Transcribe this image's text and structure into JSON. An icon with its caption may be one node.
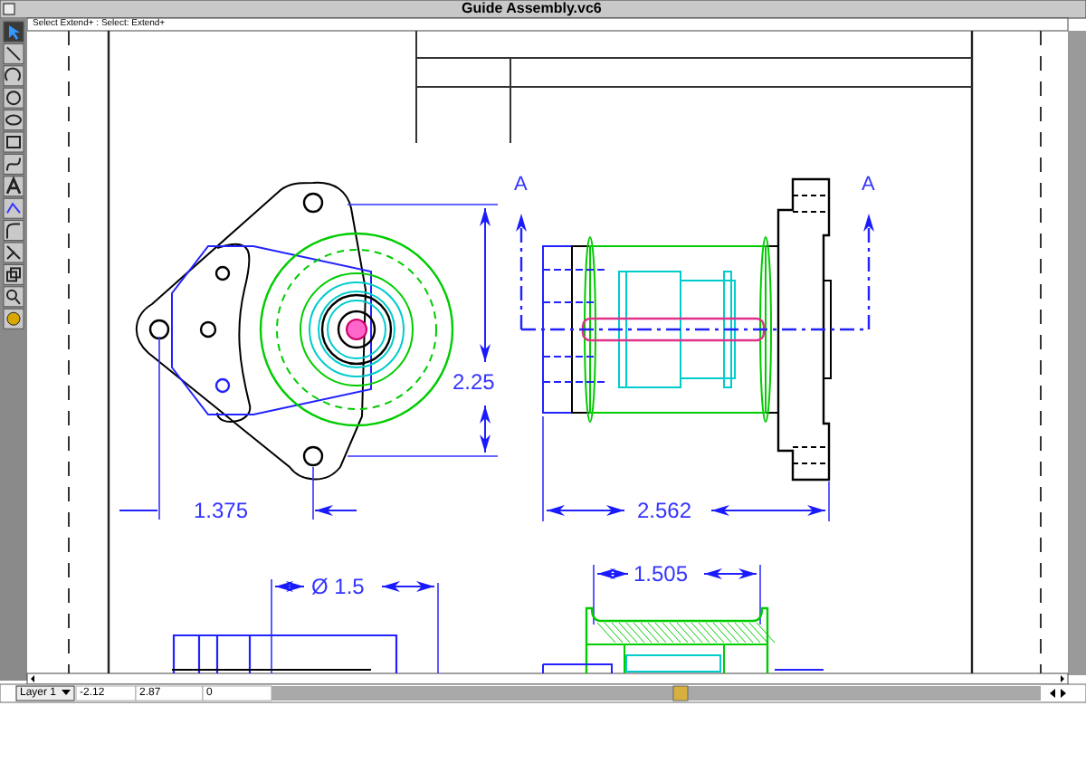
{
  "diagram": {
    "title": "Guide Assembly.vc6",
    "labels": [
      "Select Extend+ : Select: Extend+",
      "A",
      "A",
      "2.25",
      "1.375",
      "2.562",
      "Ø 1.5",
      "1.505",
      "Layer 1",
      "-2.12",
      "2.87",
      "0"
    ]
  }
}
